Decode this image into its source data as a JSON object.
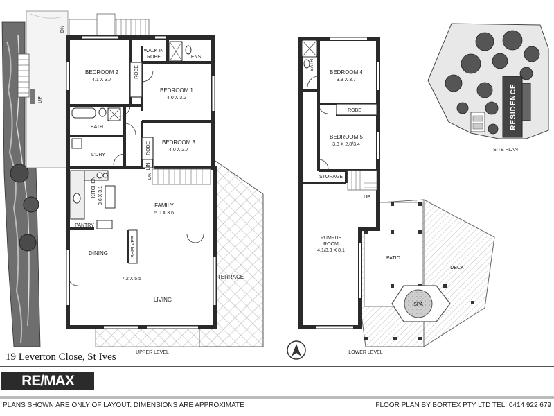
{
  "address": "19 Leverton Close, St Ives",
  "logo_text": "RE/MAX",
  "disclaimer": "PLANS SHOWN ARE ONLY OF LAYOUT. DIMENSIONS ARE APPROXIMATE",
  "credit": "FLOOR PLAN  BY BORTEX PTY LTD TEL: 0414 922 679",
  "upper": {
    "level_label": "UPPER LEVEL",
    "bedroom2": {
      "name": "BEDROOM 2",
      "dims": "4.1 X 3.7"
    },
    "bedroom1": {
      "name": "BEDROOM 1",
      "dims": "4.0 X 3.2"
    },
    "bedroom3": {
      "name": "BEDROOM 3",
      "dims": "4.0 X 2.7"
    },
    "walk_in_robe": [
      "WALK IN",
      "ROBE"
    ],
    "ens": "ENS.",
    "robe": "ROBE",
    "bath": "BATH",
    "ldry": "L'DRY",
    "lin": "LIN",
    "kitchen": {
      "name": "KITCHEN",
      "dims": "3.6 X 3.1"
    },
    "pantry": "PANTRY",
    "family": {
      "name": "FAMILY",
      "dims": "5.0 X 3.6"
    },
    "shelves": "SHELVES",
    "dining": "DINING",
    "dining_living_dims": "7.2 X 5.5",
    "living": "LIVING",
    "terrace": "TERRACE",
    "up": "UP",
    "dn": "DN"
  },
  "lower": {
    "level_label": "LOWER LEVEL",
    "bath": "BATH",
    "bedroom4": {
      "name": "BEDROOM 4",
      "dims": "3.3 X 3.7"
    },
    "robe": "ROBE",
    "bedroom5": {
      "name": "BEDROOM 5",
      "dims": "3.3 X 2.8/3.4"
    },
    "storage": "STORAGE",
    "up": "UP",
    "rumpus": {
      "name": [
        "RUMPUS",
        "ROOM"
      ],
      "dims": "4.1/3.3 X 8.1"
    },
    "patio": "PATIO",
    "deck": "DECK",
    "spa": "SPA"
  },
  "site": {
    "label": "SITE PLAN",
    "residence": "RESIDENCE"
  }
}
